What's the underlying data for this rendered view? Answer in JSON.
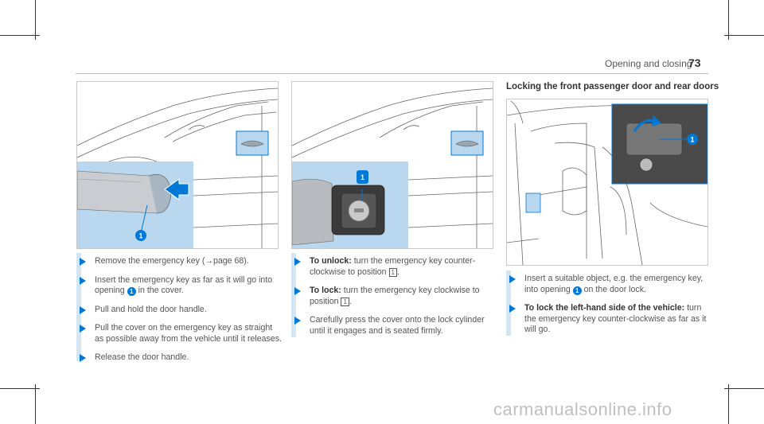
{
  "header": {
    "section": "Opening and closing",
    "page_number": "73"
  },
  "right_title": "Locking the front passenger door and rear doors",
  "figures": {
    "fig1_callout": "1",
    "fig2_callout": "1",
    "fig3_callout": "1"
  },
  "col1": {
    "s1_text": "Remove the emergency key (",
    "s1_arrow": "→",
    "s1_ref": "page 68).",
    "s2_a": "Insert the emergency key as far as it will go into opening",
    "s2_num": "1",
    "s2_b": "in the cover.",
    "s3": "Pull and hold the door handle.",
    "s4": "Pull the cover on the emergency key as straight as possible away from the vehicle until it releases.",
    "s5": "Release the door handle."
  },
  "col2": {
    "s1_label": "To unlock:",
    "s1_a": "turn the emergency key counter-clockwise to position",
    "s1_pos": "1",
    "s1_end": ".",
    "s2_label": "To lock:",
    "s2_a": "turn the emergency key clockwise to position",
    "s2_pos": "1",
    "s2_end": ".",
    "s3": "Carefully press the cover onto the lock cylinder until it engages and is seated firmly."
  },
  "col3": {
    "s1_a": "Insert a suitable object, e.g. the emergency key, into opening",
    "s1_num": "1",
    "s1_b": "on the door lock.",
    "s2_label": "To lock the left-hand side of the vehicle:",
    "s2_a": "turn the emergency key counter-clockwise as far as it will go."
  },
  "watermark": "carmanualsonline.info",
  "colors": {
    "accent": "#0078d6",
    "panel": "#b9d7ee",
    "bar": "#d4e6f4"
  }
}
